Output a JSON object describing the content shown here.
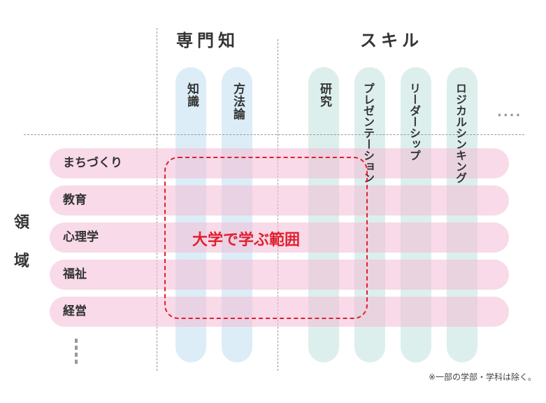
{
  "headers": {
    "specialized": "専門知",
    "skills": "スキル"
  },
  "columns": {
    "knowledge": "知識",
    "method": "方法論",
    "research": "研究",
    "presentation": "プレゼンテーション",
    "leadership": "リーダーシップ",
    "logical": "ロジカルシンキング",
    "more": "...."
  },
  "domain_label": [
    "領",
    "域"
  ],
  "rows": [
    "まちづくり",
    "教育",
    "心理学",
    "福祉",
    "経営"
  ],
  "rows_more": "⋮",
  "scope_label": "大学で学ぶ範囲",
  "footnote": "※一部の学部・学科は除く。",
  "colors": {
    "column_specialized": "#dcedf7",
    "column_skills": "#dcefec",
    "row": "#f3bbd6",
    "scope": "#e02030"
  }
}
